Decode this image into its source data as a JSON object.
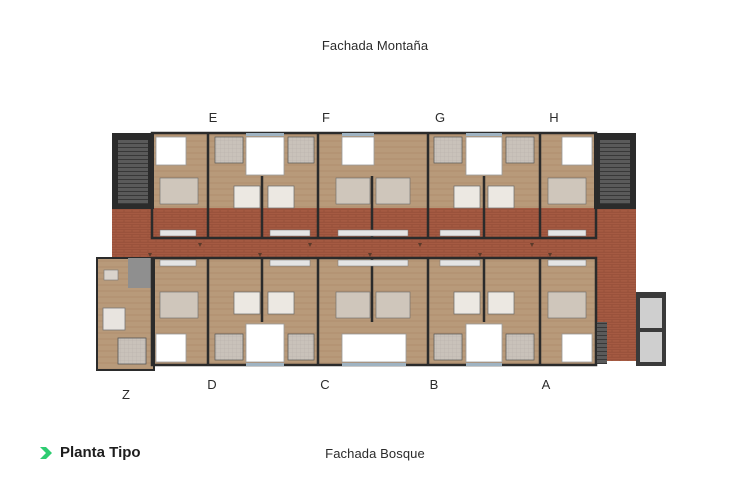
{
  "facades": {
    "top": "Fachada Montaña",
    "bottom": "Fachada Bosque"
  },
  "unit_labels": {
    "top": [
      "E",
      "F",
      "G",
      "H"
    ],
    "bottom": [
      "D",
      "C",
      "B",
      "A"
    ],
    "side": "Z"
  },
  "legend": {
    "title": "Planta Tipo",
    "icon": "chevron-arrow-icon",
    "accent": "#2ecc71"
  },
  "colors": {
    "corridor_brick": "#a55a42",
    "floor_wood": "#b89a7a",
    "wall_dark": "#2b2b2b",
    "stair_gray": "#4a4a4a"
  }
}
